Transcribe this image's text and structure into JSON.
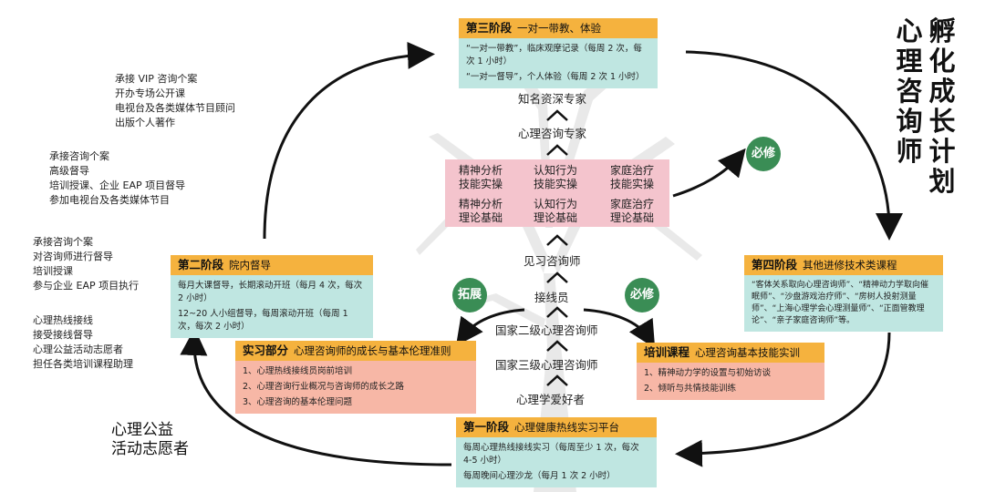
{
  "title": {
    "col1": "心理咨询师",
    "col2": "孵化成长计划"
  },
  "stage3": {
    "title": "第三阶段",
    "subtitle": "一对一带教、体验",
    "lines": [
      "“一对一带教”，临床观摩记录（每周 2 次，每次 1 小时）",
      "“一对一督导”，个人体验（每周 2 次 1 小时）"
    ]
  },
  "stage2": {
    "title": "第二阶段",
    "subtitle": "院内督导",
    "lines": [
      "每月大课督导，长期滚动开班（每月 4 次，每次 2 小时）",
      "12~20 人小组督导，每周滚动开班（每周 1 次，每次 2 小时）"
    ]
  },
  "stage4": {
    "title": "第四阶段",
    "subtitle": "其他进修技术类课程",
    "lines": [
      "“客体关系取向心理咨询师”、“精神动力学取向催眠师”、“沙盘游戏治疗师”、“房树人投射测量师”、“上海心理学会心理测量师”、“正面管教理论”、“亲子家庭咨询师”等。"
    ]
  },
  "stage1": {
    "title": "第一阶段",
    "subtitle": "心理健康热线实习平台",
    "lines": [
      "每周心理热线接线实习（每周至少 1 次，每次 4-5 小时）",
      "每周晚间心理沙龙（每月 1 次 2 小时）"
    ]
  },
  "intern": {
    "title": "实习部分",
    "subtitle": "心理咨询师的成长与基本伦理准则",
    "lines": [
      "1、心理热线接线员岗前培训",
      "2、心理咨询行业概况与咨询师的成长之路",
      "3、心理咨询的基本伦理问题"
    ]
  },
  "training": {
    "title": "培训课程",
    "subtitle": "心理咨询基本技能实训",
    "lines": [
      "1、精神动力学的设置与初始访谈",
      "2、倾听与共情技能训练"
    ]
  },
  "ladder": [
    "知名资深专家",
    "心理咨询专家",
    "见习咨询师",
    "接线员",
    "国家二级心理咨询师",
    "国家三级心理咨询师",
    "心理学爱好者"
  ],
  "skills": {
    "practice": [
      "精神分析\n技能实操",
      "认知行为\n技能实操",
      "家庭治疗\n技能实操"
    ],
    "theory": [
      "精神分析\n理论基础",
      "认知行为\n理论基础",
      "家庭治疗\n理论基础"
    ]
  },
  "badges": {
    "required_top": "必修",
    "expand": "拓展",
    "required_right": "必修"
  },
  "left_lists": {
    "top": [
      "承接 VIP 咨询个案",
      "开办专场公开课",
      "电视台及各类媒体节目顾问",
      "出版个人著作"
    ],
    "upper_mid": [
      "承接咨询个案",
      "高级督导",
      "培训授课、企业 EAP 项目督导",
      "参加电视台及各类媒体节目"
    ],
    "lower_mid": [
      "承接咨询个案",
      "对咨询师进行督导",
      "培训授课",
      "参与企业 EAP 项目执行"
    ],
    "bottom": [
      "心理热线接线",
      "接受接线督导",
      "心理公益活动志愿者",
      "担任各类培训课程助理"
    ]
  },
  "volunteer_label": [
    "心理公益",
    "活动志愿者"
  ],
  "colors": {
    "header": "#f5b23e",
    "teal": "#bfe6e1",
    "salmon": "#f7b7a6",
    "pink": "#f4c4cd",
    "green": "#3a8d55",
    "tree": "#e6e6e6"
  }
}
